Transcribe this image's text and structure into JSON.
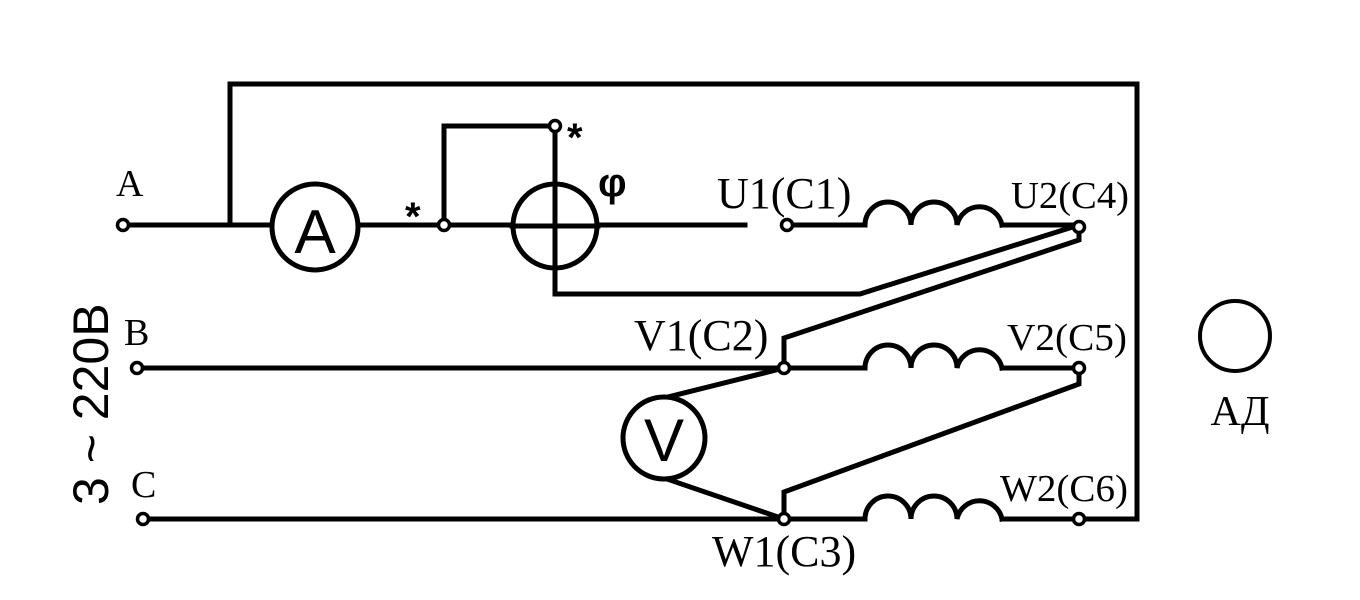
{
  "diagram": {
    "supply_label": "3 ~ 220В",
    "phases": {
      "a": "A",
      "b": "B",
      "c": "C"
    },
    "ammeter_symbol": "A",
    "voltmeter_symbol": "V",
    "phase_meter_symbol": "φ",
    "star_marks": [
      "*",
      "*"
    ],
    "terminals": {
      "u1": "U1(C1)",
      "u2": "U2(C4)",
      "v1": "V1(C2)",
      "v2": "V2(C5)",
      "w1": "W1(C3)",
      "w2": "W2(C6)"
    },
    "motor_label": "АД"
  }
}
